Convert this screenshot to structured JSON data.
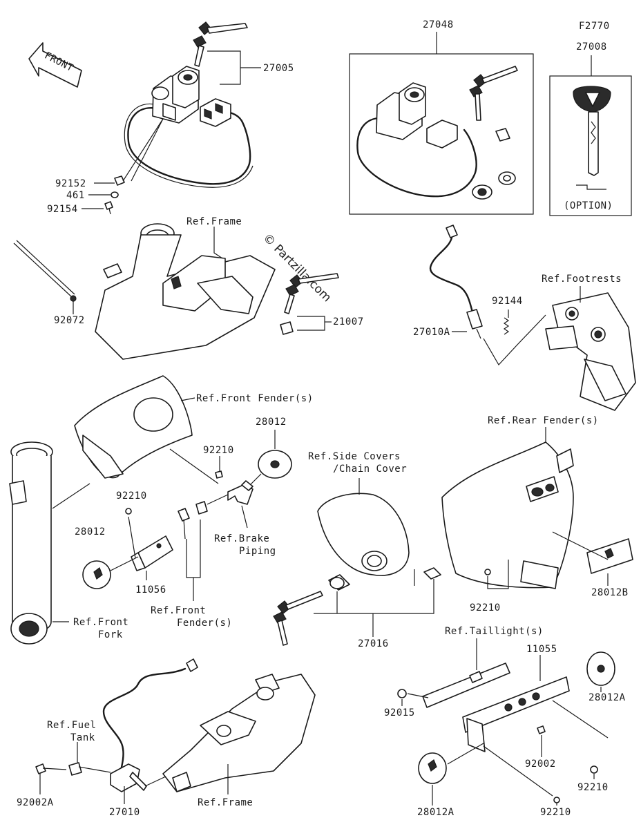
{
  "watermark": "© Partzilla.com",
  "front_arrow_label": "FRONT",
  "option_box": {
    "ref_code": "F2770",
    "part_number": "27008",
    "caption": "(OPTION)"
  },
  "callouts": {
    "p27005": "27005",
    "p27048": "27048",
    "p92152": "92152",
    "p461": "461",
    "p92154": "92154",
    "ref_frame_top": "Ref.Frame",
    "p92072": "92072",
    "p21007": "21007",
    "ref_footrests": "Ref.Footrests",
    "p92144": "92144",
    "p27010A": "27010A",
    "ref_front_fender_top": "Ref.Front Fender(s)",
    "p28012_top": "28012",
    "p92210_upper": "92210",
    "p92210_lower": "92210",
    "p28012_left": "28012",
    "p11056": "11056",
    "ref_front_fender_bottom_1": "Ref.Front",
    "ref_front_fender_bottom_2": "Fender(s)",
    "ref_brake_1": "Ref.Brake",
    "ref_brake_2": "Piping",
    "ref_front_fork_1": "Ref.Front",
    "ref_front_fork_2": "Fork",
    "ref_side_covers_1": "Ref.Side Covers",
    "ref_side_covers_2": "/Chain Cover",
    "p27016": "27016",
    "ref_rear_fender": "Ref.Rear Fender(s)",
    "p92210_rear": "92210",
    "p28012B": "28012B",
    "ref_taillight": "Ref.Taillight(s)",
    "p11055": "11055",
    "p28012A_right": "28012A",
    "p92015": "92015",
    "p92002": "92002",
    "p92210_tail_right": "92210",
    "p28012A_bottom": "28012A",
    "p92210_tail_bottom": "92210",
    "ref_fuel_tank_1": "Ref.Fuel",
    "ref_fuel_tank_2": "Tank",
    "p92002A": "92002A",
    "p27010": "27010",
    "ref_frame_bottom": "Ref.Frame"
  }
}
